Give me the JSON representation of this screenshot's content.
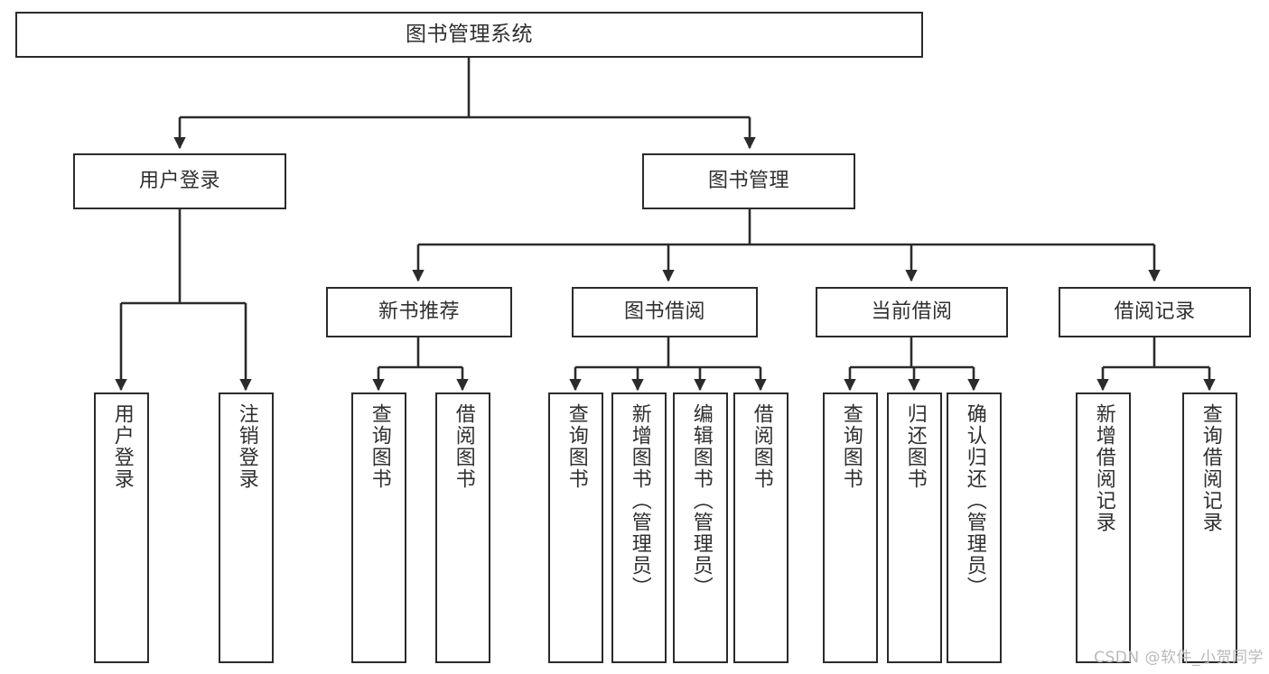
{
  "diagram": {
    "title": "图书管理系统",
    "type": "tree-hierarchy-chart",
    "colors": {
      "background": "#ffffff",
      "box_border": "#2b2b2b",
      "box_fill": "#ffffff",
      "connector": "#2b2b2b",
      "text": "#2f2f2f",
      "watermark": "#b9b9b9"
    },
    "root": {
      "label": "图书管理系统"
    },
    "level2": [
      {
        "label": "用户登录"
      },
      {
        "label": "图书管理"
      }
    ],
    "level3": [
      {
        "label": "新书推荐"
      },
      {
        "label": "图书借阅"
      },
      {
        "label": "当前借阅"
      },
      {
        "label": "借阅记录"
      }
    ],
    "leaves": {
      "user_login": [
        {
          "label": "用户登录"
        },
        {
          "label": "注销登录"
        }
      ],
      "new_book_recommend": [
        {
          "label": "查询图书"
        },
        {
          "label": "借阅图书"
        }
      ],
      "book_borrow": [
        {
          "label": "查询图书"
        },
        {
          "label": "新增图书（管理员）"
        },
        {
          "label": "编辑图书（管理员）"
        },
        {
          "label": "借阅图书"
        }
      ],
      "current_borrow": [
        {
          "label": "查询图书"
        },
        {
          "label": "归还图书"
        },
        {
          "label": "确认归还（管理员）"
        }
      ],
      "borrow_record": [
        {
          "label": "新增借阅记录"
        },
        {
          "label": "查询借阅记录"
        }
      ]
    },
    "watermark": "CSDN @软件_小贺同学"
  }
}
